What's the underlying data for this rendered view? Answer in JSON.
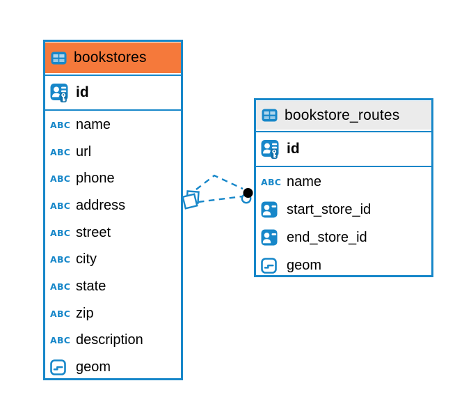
{
  "app": {
    "view": "er-diagram"
  },
  "colors": {
    "accent_blue": "#1787C9",
    "accent_blue_dark": "#0E6FA8",
    "bookstores_header": "#F5793B",
    "routes_header": "#EBEBEB",
    "text": "#000000",
    "canvas_bg": "#FFFFFF",
    "relationship_dot": "#000000"
  },
  "icons": {
    "text_glyph": "ABC",
    "table": "table-icon",
    "primary_key": "person-key-icon",
    "foreign_key": "person-card-icon",
    "object": "object-icon"
  },
  "tables": [
    {
      "title": "bookstores",
      "header_color": "#F5793B",
      "columns": [
        {
          "name": "id",
          "icon": "primary-key-icon",
          "primary": true
        },
        {
          "name": "name",
          "icon": "text-icon"
        },
        {
          "name": "url",
          "icon": "text-icon"
        },
        {
          "name": "phone",
          "icon": "text-icon"
        },
        {
          "name": "address",
          "icon": "text-icon"
        },
        {
          "name": "street",
          "icon": "text-icon"
        },
        {
          "name": "city",
          "icon": "text-icon"
        },
        {
          "name": "state",
          "icon": "text-icon"
        },
        {
          "name": "zip",
          "icon": "text-icon"
        },
        {
          "name": "description",
          "icon": "text-icon"
        },
        {
          "name": "geom",
          "icon": "object-icon"
        }
      ]
    },
    {
      "title": "bookstore_routes",
      "header_color": "#EBEBEB",
      "columns": [
        {
          "name": "id",
          "icon": "primary-key-icon",
          "primary": true
        },
        {
          "name": "name",
          "icon": "text-icon"
        },
        {
          "name": "start_store_id",
          "icon": "foreign-key-icon"
        },
        {
          "name": "end_store_id",
          "icon": "foreign-key-icon"
        },
        {
          "name": "geom",
          "icon": "object-icon"
        }
      ]
    }
  ],
  "relationships": [
    {
      "from_table": "bookstores",
      "to_table": "bookstore_routes",
      "style": "dashed",
      "line_count": 2
    }
  ]
}
